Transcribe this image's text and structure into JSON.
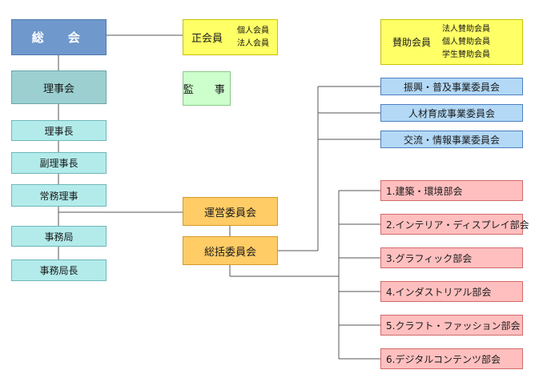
{
  "general_assembly": "総　会",
  "board_of_directors": "理事会",
  "chairman": "理事長",
  "vice_chairman": "副理事長",
  "executive_director": "常務理事",
  "secretariat": "事務局",
  "secretariat_chief": "事務局長",
  "regular_members": {
    "label": "正会員",
    "types": [
      "個人会員",
      "法人会員"
    ]
  },
  "auditor": "監　事",
  "supporting_members": {
    "label": "賛助会員",
    "types": [
      "法人賛助会員",
      "個人賛助会員",
      "学生賛助会員"
    ]
  },
  "steering_committee": "運営委員会",
  "general_committee": "総括委員会",
  "committees": [
    "振興・普及事業委員会",
    "人材育成事業委員会",
    "交流・情報事業委員会"
  ],
  "divisions": [
    "1.建築・環境部会",
    "2.インテリア・ディスプレイ部会",
    "3.グラフィック部会",
    "4.インダストリアル部会",
    "5.クラフト・ファッション部会",
    "6.デジタルコンテンツ部会"
  ]
}
